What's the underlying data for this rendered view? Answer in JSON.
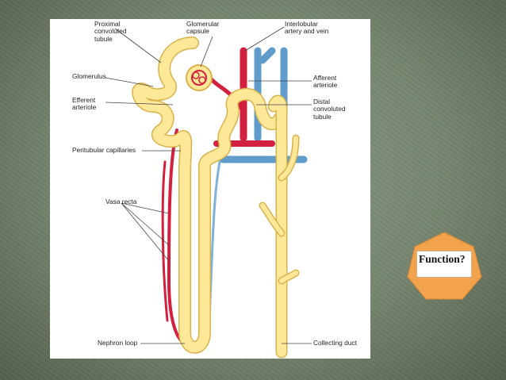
{
  "diagram": {
    "labels": {
      "proximal": "Proximal\nconvoluted\ntubule",
      "glomerular_capsule": "Glomerular\ncapsule",
      "interlobular": "Interlobular\nartery and vein",
      "glomerulus": "Glomerulus",
      "afferent": "Afferent\narteriole",
      "efferent": "Efferent\narteriole",
      "distal": "Distal\nconvoluted\ntubule",
      "peritubular": "Peritubular capillaries",
      "vasa_recta": "Vasa recta",
      "nephron_loop": "Nephron loop",
      "collecting_duct": "Collecting duct"
    }
  },
  "callout": {
    "text": "Function?"
  },
  "colors": {
    "tubule": "#fde89a",
    "tubule_edge": "#d9b24a",
    "artery": "#d3203f",
    "vein": "#5f9ccc",
    "badge": "#f3a24e"
  }
}
